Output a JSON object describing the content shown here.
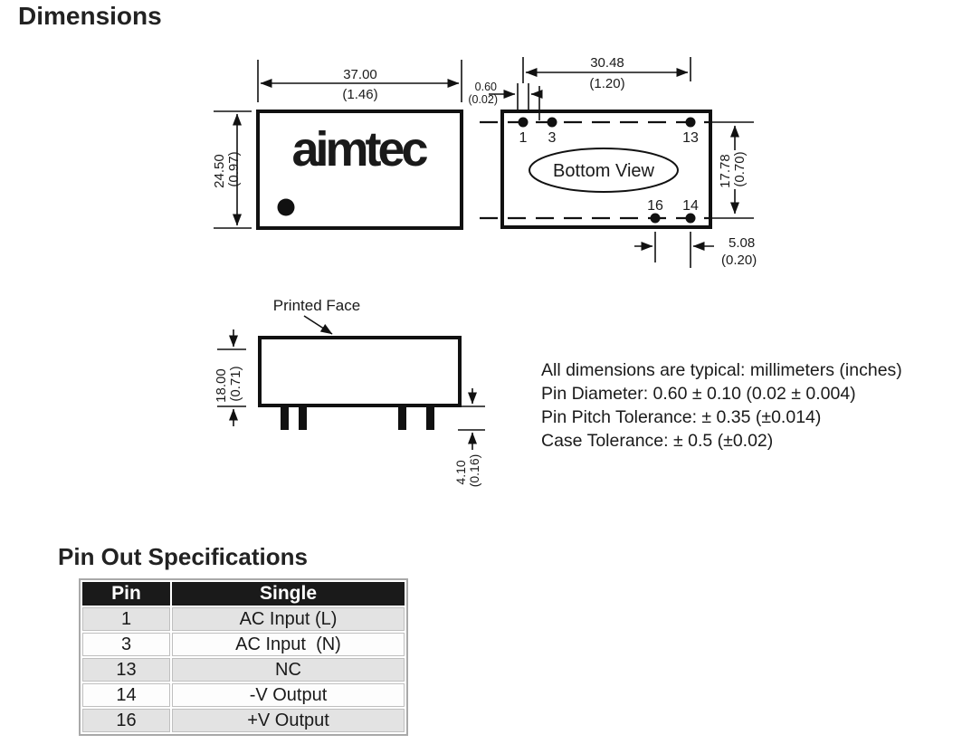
{
  "page": {
    "title": "Dimensions"
  },
  "colors": {
    "table-header-bg": "#1a1a1a",
    "table-row-alt": "#e3e3e3",
    "table-border": "#a9a9a9"
  },
  "front_view": {
    "logo": "aimtec",
    "dim_width": {
      "mm": "37.00",
      "inches": "(1.46)"
    },
    "dim_height": {
      "mm": "24.50",
      "inches": "(0.97)"
    }
  },
  "bottom_view": {
    "label": "Bottom View",
    "pins_top": [
      "1",
      "3",
      "13"
    ],
    "pins_bottom": [
      "16",
      "14"
    ],
    "dim_pin_span": {
      "mm": "30.48",
      "inches": "(1.20)"
    },
    "dim_pin_dia": {
      "mm": "0.60",
      "inches": "(0.02)"
    },
    "dim_row_spacing": {
      "mm": "17.78",
      "inches": "(0.70)"
    },
    "dim_pin_pitch": {
      "mm": "5.08",
      "inches": "(0.20)"
    }
  },
  "side_view": {
    "label": "Printed Face",
    "dim_height": {
      "mm": "18.00",
      "inches": "(0.71)"
    },
    "dim_pin_length": {
      "mm": "4.10",
      "inches": "(0.16)"
    }
  },
  "notes": {
    "lines": [
      "All dimensions are typical: millimeters (inches)",
      "Pin Diameter: 0.60 ± 0.10 (0.02 ± 0.004)",
      "Pin Pitch Tolerance: ± 0.35 (±0.014)",
      "Case Tolerance: ± 0.5 (±0.02)"
    ]
  },
  "pinout": {
    "title": "Pin Out Specifications",
    "columns": [
      "Pin",
      "Single"
    ],
    "rows": [
      [
        "1",
        "AC Input (L)"
      ],
      [
        "3",
        "AC Input  (N)"
      ],
      [
        "13",
        "NC"
      ],
      [
        "14",
        "-V Output"
      ],
      [
        "16",
        "+V Output"
      ]
    ]
  }
}
